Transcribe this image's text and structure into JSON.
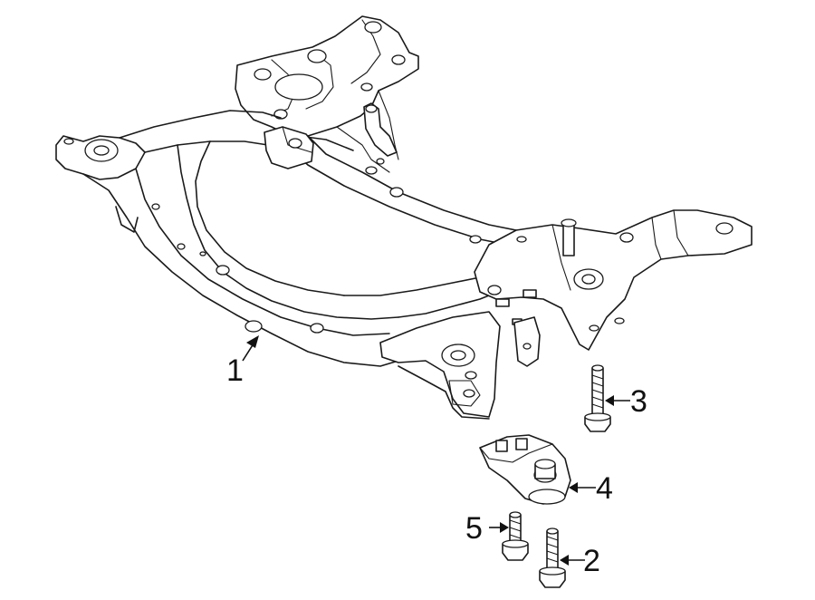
{
  "diagram": {
    "callouts": [
      {
        "id": "1",
        "label": "1"
      },
      {
        "id": "2",
        "label": "2"
      },
      {
        "id": "3",
        "label": "3"
      },
      {
        "id": "4",
        "label": "4"
      },
      {
        "id": "5",
        "label": "5"
      }
    ],
    "line_color": "#1a1a1a",
    "background": "#ffffff"
  }
}
